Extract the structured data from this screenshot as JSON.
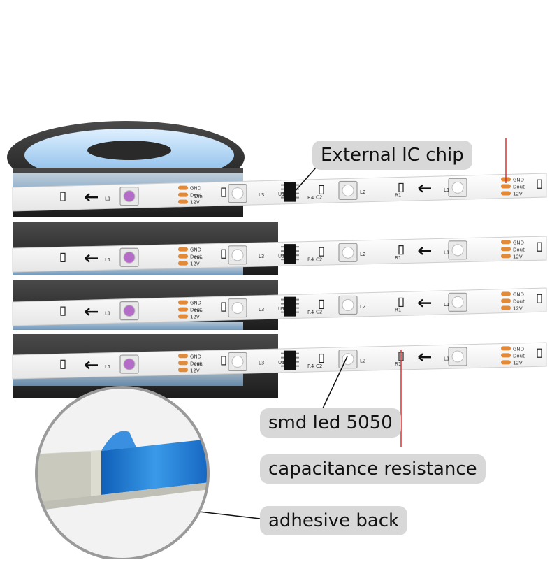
{
  "callouts": {
    "ic_chip": "External IC chip",
    "smd_led": "smd led 5050",
    "capacitance": "capacitance resistance",
    "adhesive": "adhesive back"
  },
  "strip_labels": {
    "gnd": "GND",
    "dout": "Dout",
    "din": "Din",
    "v12": "12V",
    "l1": "L1",
    "l2": "L2",
    "l3": "L3",
    "u1": "U1",
    "r1": "R1",
    "r4": "R4",
    "c2": "C2"
  },
  "colors": {
    "strip": "#f3f3f3",
    "reel": "#2c2c2c",
    "pad": "#e08a3a",
    "callout_bg": "#d8d8d8",
    "leader": "#e03030",
    "tape": "#1f7fd6"
  }
}
